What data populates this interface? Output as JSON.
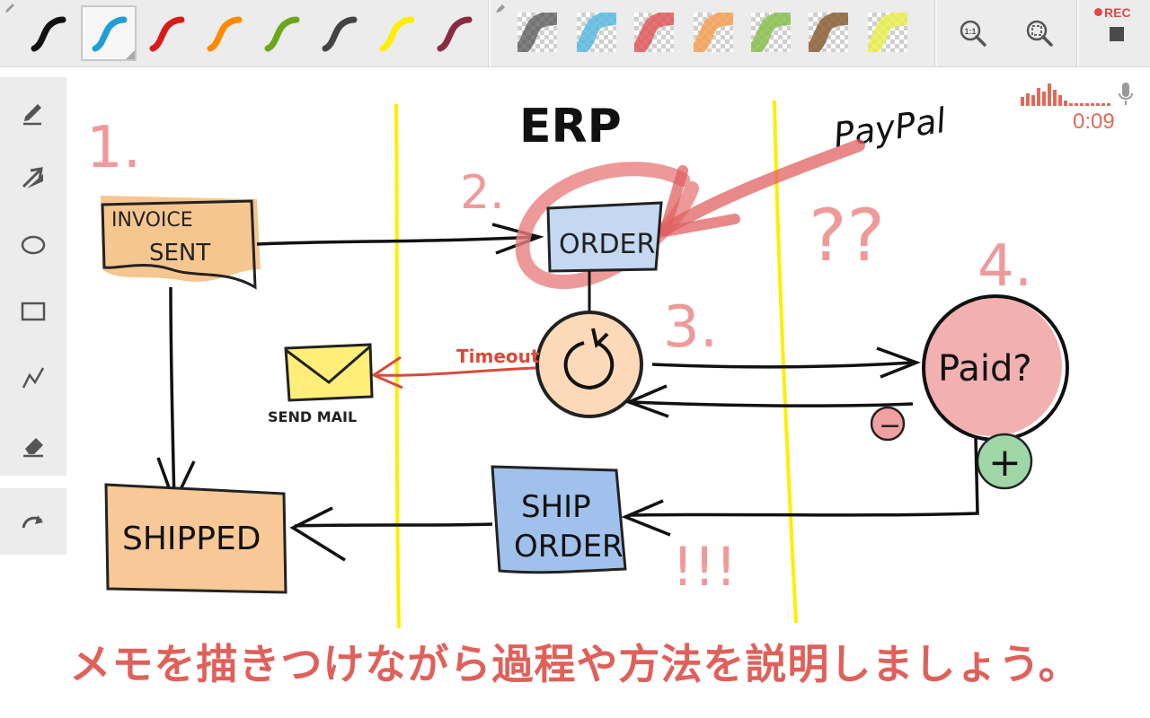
{
  "toolbar": {
    "pens": [
      {
        "name": "black",
        "color": "#111111"
      },
      {
        "name": "blue",
        "color": "#1f9fd6",
        "selected": true
      },
      {
        "name": "red",
        "color": "#d91a1a"
      },
      {
        "name": "orange",
        "color": "#ff8a00"
      },
      {
        "name": "green",
        "color": "#6aa81a"
      },
      {
        "name": "dark-gray",
        "color": "#444444"
      },
      {
        "name": "yellow",
        "color": "#ffee00"
      },
      {
        "name": "maroon",
        "color": "#8a2a45"
      }
    ],
    "highlighters": [
      {
        "name": "gray",
        "color": "#555555"
      },
      {
        "name": "blue",
        "color": "#5bb8e0"
      },
      {
        "name": "red",
        "color": "#e05050"
      },
      {
        "name": "orange",
        "color": "#f5a055"
      },
      {
        "name": "green",
        "color": "#8ac050"
      },
      {
        "name": "brown",
        "color": "#8a6035"
      },
      {
        "name": "yellow",
        "color": "#e8f050"
      }
    ],
    "zoom": {
      "actual_size_icon": "zoom-1to1-icon",
      "fit_icon": "zoom-fit-icon"
    },
    "record": {
      "label": "REC",
      "stop_icon": "stop-icon"
    }
  },
  "tools": [
    "pencil-icon",
    "arrow-icon",
    "ellipse-icon",
    "rectangle-icon",
    "polyline-icon",
    "eraser-icon",
    "redo-icon"
  ],
  "audio": {
    "time": "0:09",
    "mic_icon": "microphone-icon"
  },
  "drawing": {
    "step1": "1.",
    "step2": "2.",
    "step3": "3.",
    "step4": "4.",
    "erp": "ERP",
    "paypal": "PayPal",
    "question": "??",
    "invoice_line1": "INVOICE",
    "invoice_line2": "SENT",
    "order": "ORDER",
    "timeout": "Timeout",
    "send_mail": "SEND MAIL",
    "paid": "Paid?",
    "minus": "−",
    "plus": "+",
    "shipped": "SHIPPED",
    "ship_line1": "SHIP",
    "ship_line2": "ORDER",
    "exclaim": "!!!"
  },
  "caption": "メモを描きつけながら過程や方法を説明しましょう。"
}
